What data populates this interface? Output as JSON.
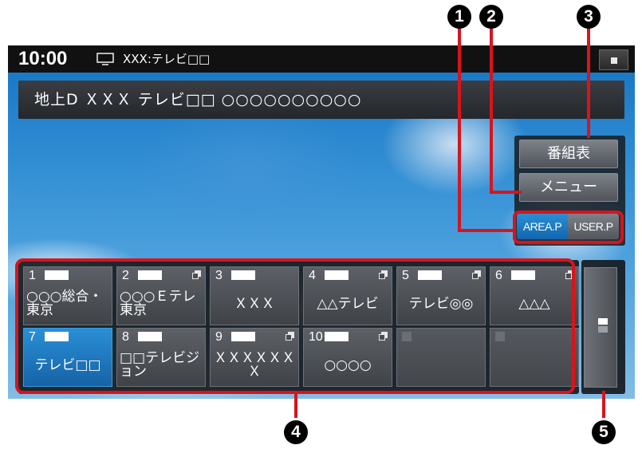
{
  "status_bar": {
    "time": "10:00",
    "source_icon": "tv-icon",
    "source_label": "XXX:テレビ□□"
  },
  "info_bar": {
    "text": "地上D ＸＸＸ テレビ□□ ○○○○○○○○○○"
  },
  "side_buttons": {
    "program_guide": "番組表",
    "menu": "メニュー",
    "area_preset": "AREA.P",
    "user_preset": "USER.P",
    "selected_preset_mode": "AREA.P"
  },
  "presets": [
    {
      "number": "1",
      "channel": "○○○総合・東京",
      "sub_channel": false,
      "active": false
    },
    {
      "number": "2",
      "channel": "○○○Ｅテレ東京",
      "sub_channel": true,
      "active": false
    },
    {
      "number": "3",
      "channel": "ＸＸＸ",
      "sub_channel": false,
      "active": false
    },
    {
      "number": "4",
      "channel": "△△テレビ",
      "sub_channel": true,
      "active": false
    },
    {
      "number": "5",
      "channel": "テレビ◎◎",
      "sub_channel": true,
      "active": false
    },
    {
      "number": "6",
      "channel": "△△△",
      "sub_channel": true,
      "active": false
    },
    {
      "number": "7",
      "channel": "テレビ□□",
      "sub_channel": false,
      "active": true
    },
    {
      "number": "8",
      "channel": "□□テレビジョン",
      "sub_channel": false,
      "active": false
    },
    {
      "number": "9",
      "channel": "ＸＸＸＸＸＸＸ",
      "sub_channel": true,
      "active": false
    },
    {
      "number": "10",
      "channel": "○○○○",
      "sub_channel": true,
      "active": false
    },
    {
      "number": "",
      "channel": "",
      "sub_channel": false,
      "active": false
    },
    {
      "number": "",
      "channel": "",
      "sub_channel": false,
      "active": false
    }
  ],
  "callouts": [
    "1",
    "2",
    "3",
    "4",
    "5"
  ],
  "colors": {
    "accent_blue": "#1d7fc8",
    "callout_red": "#d8141c",
    "button_gray": "#5c6066"
  }
}
